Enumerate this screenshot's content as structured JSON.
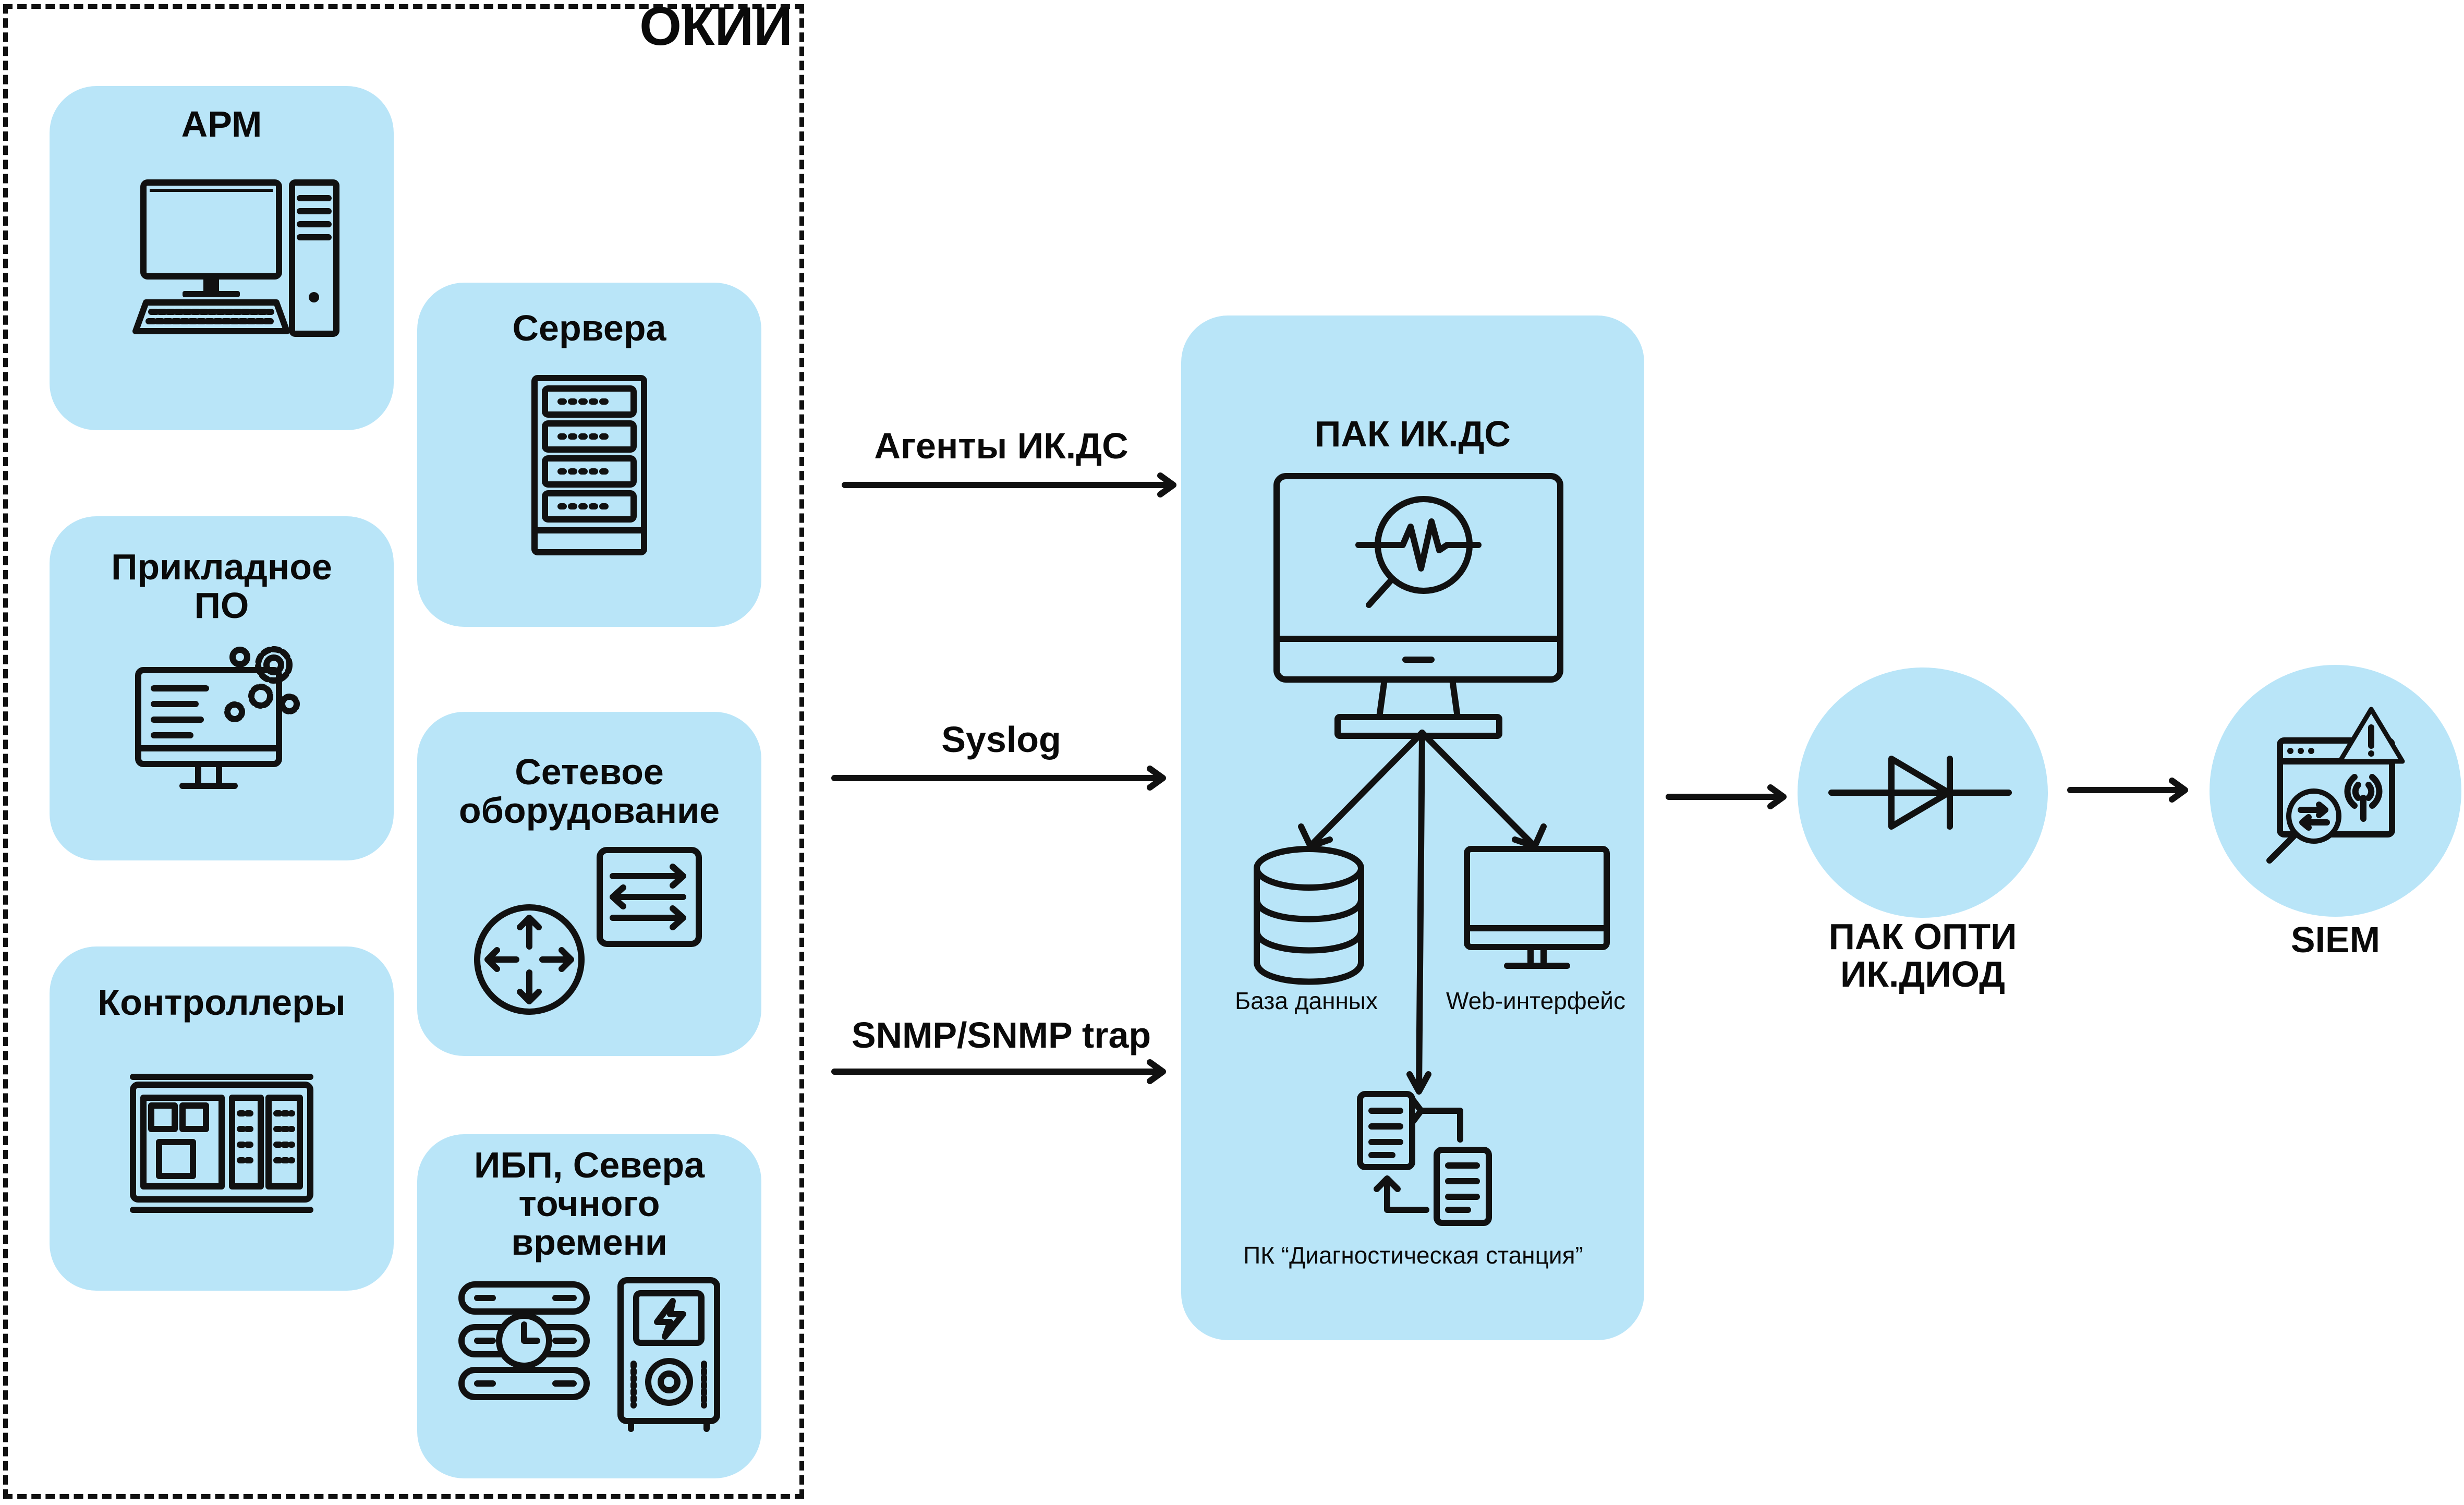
{
  "container": {
    "title": "ОКИИ"
  },
  "sources": [
    {
      "id": "arm",
      "title": "АРМ",
      "icon": "desktop-computer-icon"
    },
    {
      "id": "servers",
      "title": "Сервера",
      "icon": "server-rack-icon"
    },
    {
      "id": "app_software",
      "title": "Прикладное\nПО",
      "icon": "monitor-gears-icon"
    },
    {
      "id": "network",
      "title": "Сетевое\nоборудование",
      "icon": "router-switch-icon"
    },
    {
      "id": "controllers",
      "title": "Контроллеры",
      "icon": "controller-plc-icon"
    },
    {
      "id": "ups_time",
      "title": "ИБП, Севера\nточного\nвремени",
      "icon": "time-server-ups-icon"
    }
  ],
  "connectors": [
    {
      "label": "Агенты ИК.ДС"
    },
    {
      "label": "Syslog"
    },
    {
      "label": "SNMP/SNMP trap"
    }
  ],
  "pak": {
    "title": "ПАК ИК.ДС",
    "icon": "monitor-analysis-icon",
    "components": [
      {
        "label": "База данных",
        "icon": "database-icon"
      },
      {
        "label": "Web-интерфейс",
        "icon": "monitor-icon"
      },
      {
        "label": "ПК “Диагностическая станция”",
        "icon": "documents-exchange-icon"
      }
    ]
  },
  "diode": {
    "title": "ПАК ОПТИ\nИК.ДИОД",
    "icon": "diode-icon"
  },
  "siem": {
    "title": "SIEM",
    "icon": "siem-alert-icon"
  },
  "colors": {
    "box_fill": "#b9e5f8",
    "stroke": "#111111"
  }
}
